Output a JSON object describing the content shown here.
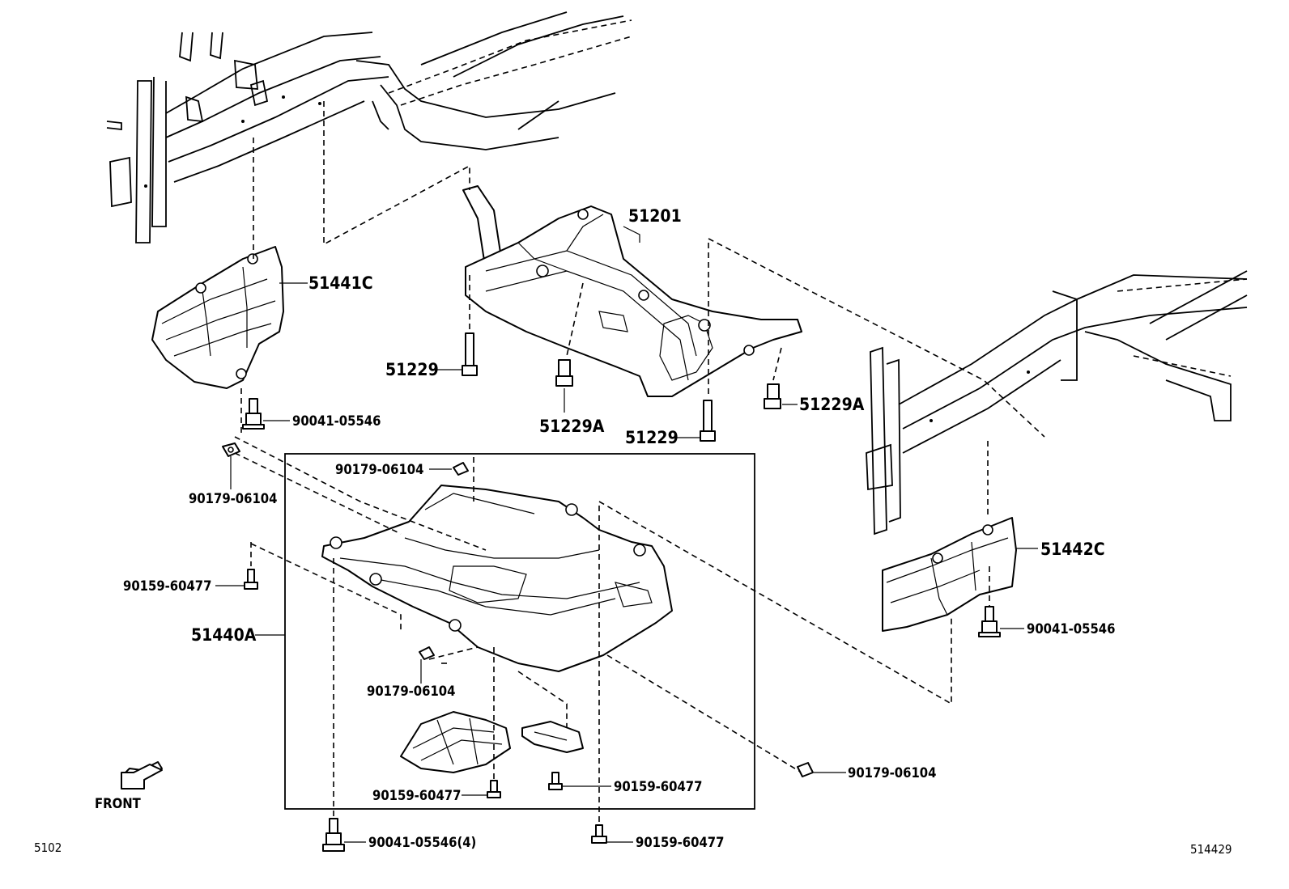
{
  "labels": {
    "l51201": "51201",
    "l51441C": "51441C",
    "l51229_a": "51229",
    "l51229A_a": "51229A",
    "l51229_b": "51229",
    "l51229A_b": "51229A",
    "l90041_a": "90041-05546",
    "l90179_a": "90179-06104",
    "l90179_b": "90179-06104",
    "l90159_a": "90159-60477",
    "l51440A": "51440A",
    "l90179_c": "90179-06104",
    "l51442C": "51442C",
    "l90041_b": "90041-05546",
    "l90179_d": "90179-06104",
    "l90159_b": "90159-60477",
    "l90159_c": "90159-60477",
    "l90041_c": "90041-05546(4)",
    "l90159_d": "90159-60477",
    "front": "FRONT",
    "code_left": "5102",
    "code_right": "514429"
  }
}
